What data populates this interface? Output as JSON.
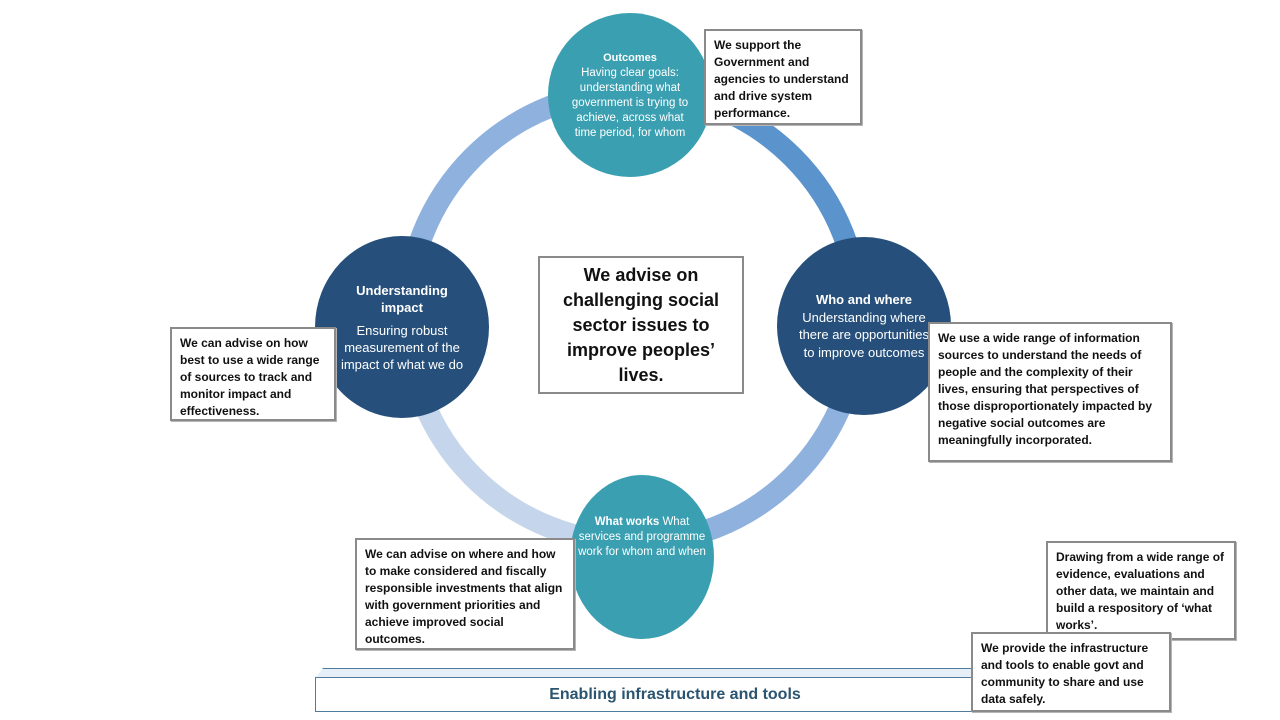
{
  "center_text": "We advise on challenging social sector issues to improve peoples’ lives.",
  "nodes": {
    "outcomes": {
      "title": "Outcomes",
      "body": "Having clear goals: understanding what government is trying to achieve, across what time period, for whom"
    },
    "understanding_impact": {
      "title": "Understanding impact",
      "body": "Ensuring robust measurement of the impact of what we do"
    },
    "who_and_where": {
      "title": "Who and where",
      "body": "Understanding where there are opportunities to improve outcomes"
    },
    "what_works": {
      "title": "What works",
      "body": "What services and programme work for whom and when"
    }
  },
  "callouts": {
    "outcomes": "We support the Government and agencies to understand and drive system performance.",
    "understanding_impact": "We can advise on how best to use a wide range of sources to track and monitor impact and effectiveness.",
    "who_and_where": "We use a wide range of information sources to understand the needs of people and the complexity of their lives, ensuring that perspectives of those disproportionately impacted by negative social outcomes are meaningfully incorporated.",
    "what_works_investment": "We can advise on where and how to make considered and fiscally responsible investments that align with government priorities and achieve improved social outcomes.",
    "what_works_repository": "Drawing from a wide range of evidence, evaluations and other data, we maintain and build a respository of ‘what works’.",
    "infrastructure": "We provide the infrastructure and tools to enable govt and community to share and use data safely."
  },
  "infrastructure_label": "Enabling infrastructure and tools",
  "colors": {
    "ring_top_right": "#5b93cd",
    "ring_bottom_right": "#8fb1de",
    "ring_bottom_left": "#c5d6ec",
    "ring_top_left": "#8fb1de",
    "node_teal": "#3a9fb0",
    "node_navy": "#26507b"
  }
}
